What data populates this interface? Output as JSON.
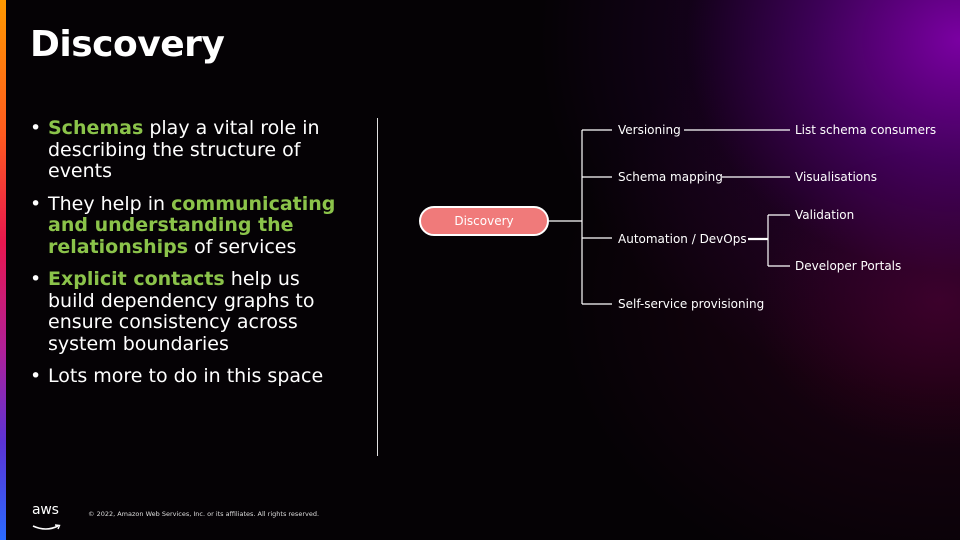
{
  "slide": {
    "title": "Discovery",
    "bullets": [
      {
        "parts": [
          {
            "text": "Schemas",
            "highlight": true
          },
          {
            "text": " play a vital role in describing the structure of events",
            "highlight": false
          }
        ]
      },
      {
        "parts": [
          {
            "text": "They help in ",
            "highlight": false
          },
          {
            "text": "communicating and understanding the relationships",
            "highlight": true
          },
          {
            "text": " of services",
            "highlight": false
          }
        ]
      },
      {
        "parts": [
          {
            "text": "Explicit contacts",
            "highlight": true
          },
          {
            "text": " help us build dependency graphs to ensure consistency across system boundaries",
            "highlight": false
          }
        ]
      },
      {
        "parts": [
          {
            "text": "Lots more to do in this space",
            "highlight": false
          }
        ]
      }
    ],
    "highlight_color": "#8bc34a"
  },
  "diagram": {
    "root": "Discovery",
    "root_color": "#f07a7a",
    "branches": [
      {
        "label": "Versioning",
        "children": [
          "List schema consumers"
        ]
      },
      {
        "label": "Schema mapping",
        "children": [
          "Visualisations"
        ]
      },
      {
        "label": "Automation / DevOps",
        "children": [
          "Validation",
          "Developer Portals"
        ]
      },
      {
        "label": "Self-service provisioning",
        "children": []
      }
    ]
  },
  "footer": {
    "logo_text": "aws",
    "copyright": "© 2022, Amazon Web Services, Inc. or its affiliates. All rights reserved."
  }
}
